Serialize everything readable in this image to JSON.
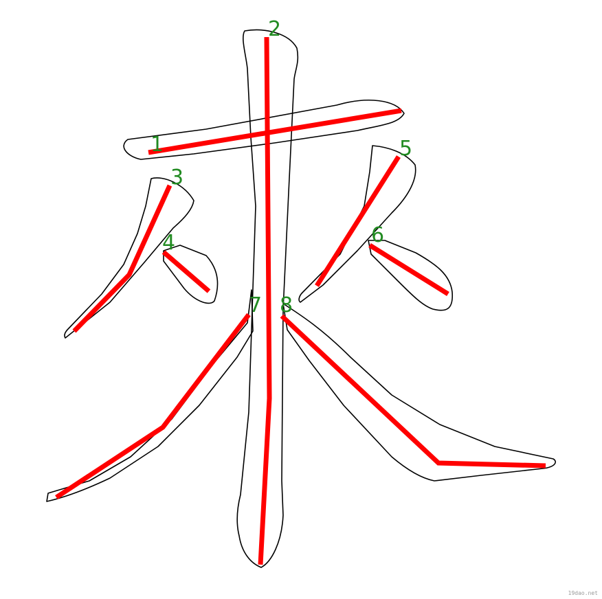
{
  "diagram": {
    "character": "來",
    "stroke_count": 8,
    "strokes": [
      {
        "order": 1,
        "label": "1"
      },
      {
        "order": 2,
        "label": "2"
      },
      {
        "order": 3,
        "label": "3"
      },
      {
        "order": 4,
        "label": "4"
      },
      {
        "order": 5,
        "label": "5"
      },
      {
        "order": 6,
        "label": "6"
      },
      {
        "order": 7,
        "label": "7"
      },
      {
        "order": 8,
        "label": "8"
      }
    ],
    "colors": {
      "outline": "#000000",
      "center_line": "#ff0000",
      "number": "#228b22",
      "background": "#ffffff"
    }
  },
  "watermark": "19dao.net"
}
